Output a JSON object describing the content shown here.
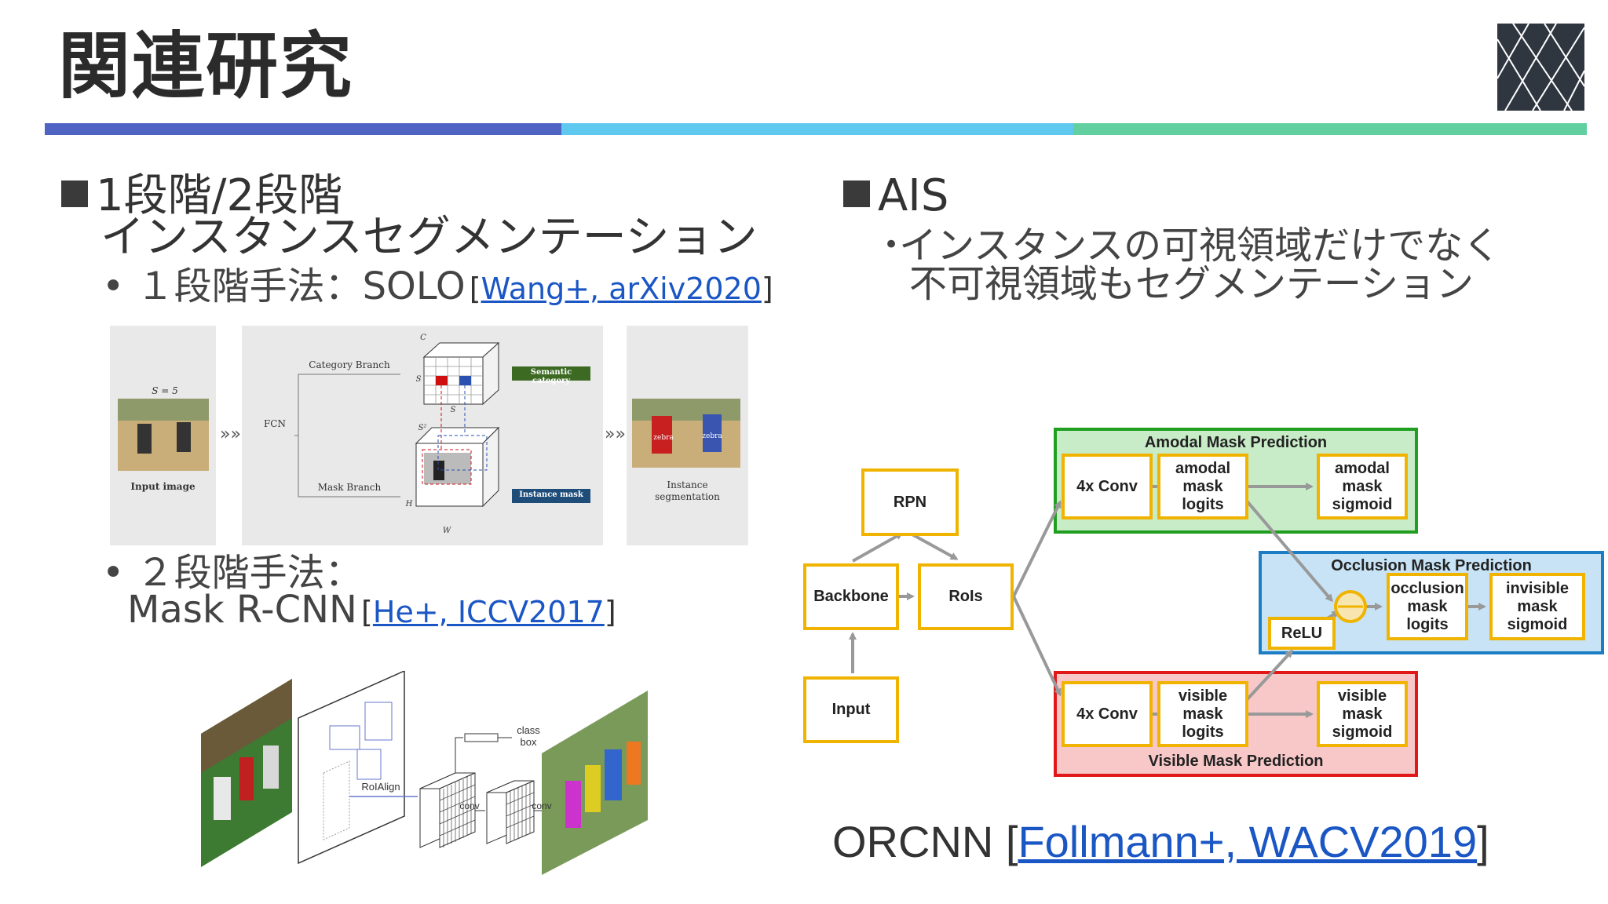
{
  "title": "関連研究",
  "left": {
    "heading_line1": "1段階/2段階",
    "heading_line2": "インスタンスセグメンテーション",
    "item1_text": "１段階手法：SOLO",
    "item1_ref_open": "[",
    "item1_ref": "Wang+, arXiv2020",
    "item1_ref_close": "]",
    "item2_line1": "２段階手法：",
    "item2_line2": "Mask R-CNN",
    "item2_ref_open": "[",
    "item2_ref": "He+, ICCV2017",
    "item2_ref_close": "]",
    "solo_fig": {
      "s5": "S = 5",
      "input_label": "Input image",
      "fcn": "FCN",
      "category_branch": "Category Branch",
      "mask_branch": "Mask Branch",
      "semantic_category": "Semantic category",
      "instance_mask": "Instance mask",
      "instance_seg_line1": "Instance",
      "instance_seg_line2": "segmentation",
      "c": "C",
      "s_left": "S",
      "s_bottom": "S",
      "s2": "S²",
      "h": "H",
      "w": "W",
      "zebra1": "zebra",
      "zebra2": "zebra"
    },
    "maskrcnn_fig": {
      "roialign": "RoIAlign",
      "conv1": "conv",
      "conv2": "conv",
      "class": "class",
      "box": "box"
    }
  },
  "right": {
    "heading": "AIS",
    "bullet_line1": "インスタンスの可視領域だけでなく",
    "bullet_line2": "不可視領域もセグメンテーション",
    "citation_prefix": "ORCNN [",
    "citation_ref": "Follmann+, WACV2019",
    "citation_suffix": "]",
    "diagram": {
      "input": "Input",
      "backbone": "Backbone",
      "rpn": "RPN",
      "rois": "RoIs",
      "amodal_group": "Amodal Mask Prediction",
      "amodal_conv": "4x Conv",
      "amodal_logits": "amodal\nmask\nlogits",
      "amodal_sigmoid": "amodal\nmask\nsigmoid",
      "occlusion_group": "Occlusion Mask Prediction",
      "relu": "ReLU",
      "occlusion_logits": "occlusion\nmask\nlogits",
      "invisible_sigmoid": "invisible\nmask\nsigmoid",
      "visible_group": "Visible Mask Prediction",
      "visible_conv": "4x Conv",
      "visible_logits": "visible\nmask\nlogits",
      "visible_sigmoid": "visible\nmask\nsigmoid"
    }
  },
  "colors": {
    "bar1": "#4f63c2",
    "bar2": "#5ec8ef",
    "bar3": "#62cfa0",
    "box_border": "#f0b400",
    "amodal_bg": "#c8ecc8",
    "amodal_border": "#1f9e1f",
    "occlusion_bg": "#c7e3f5",
    "occlusion_border": "#1c7dc4",
    "visible_bg": "#f8c8c8",
    "visible_border": "#e01818",
    "link": "#1a56c4"
  }
}
